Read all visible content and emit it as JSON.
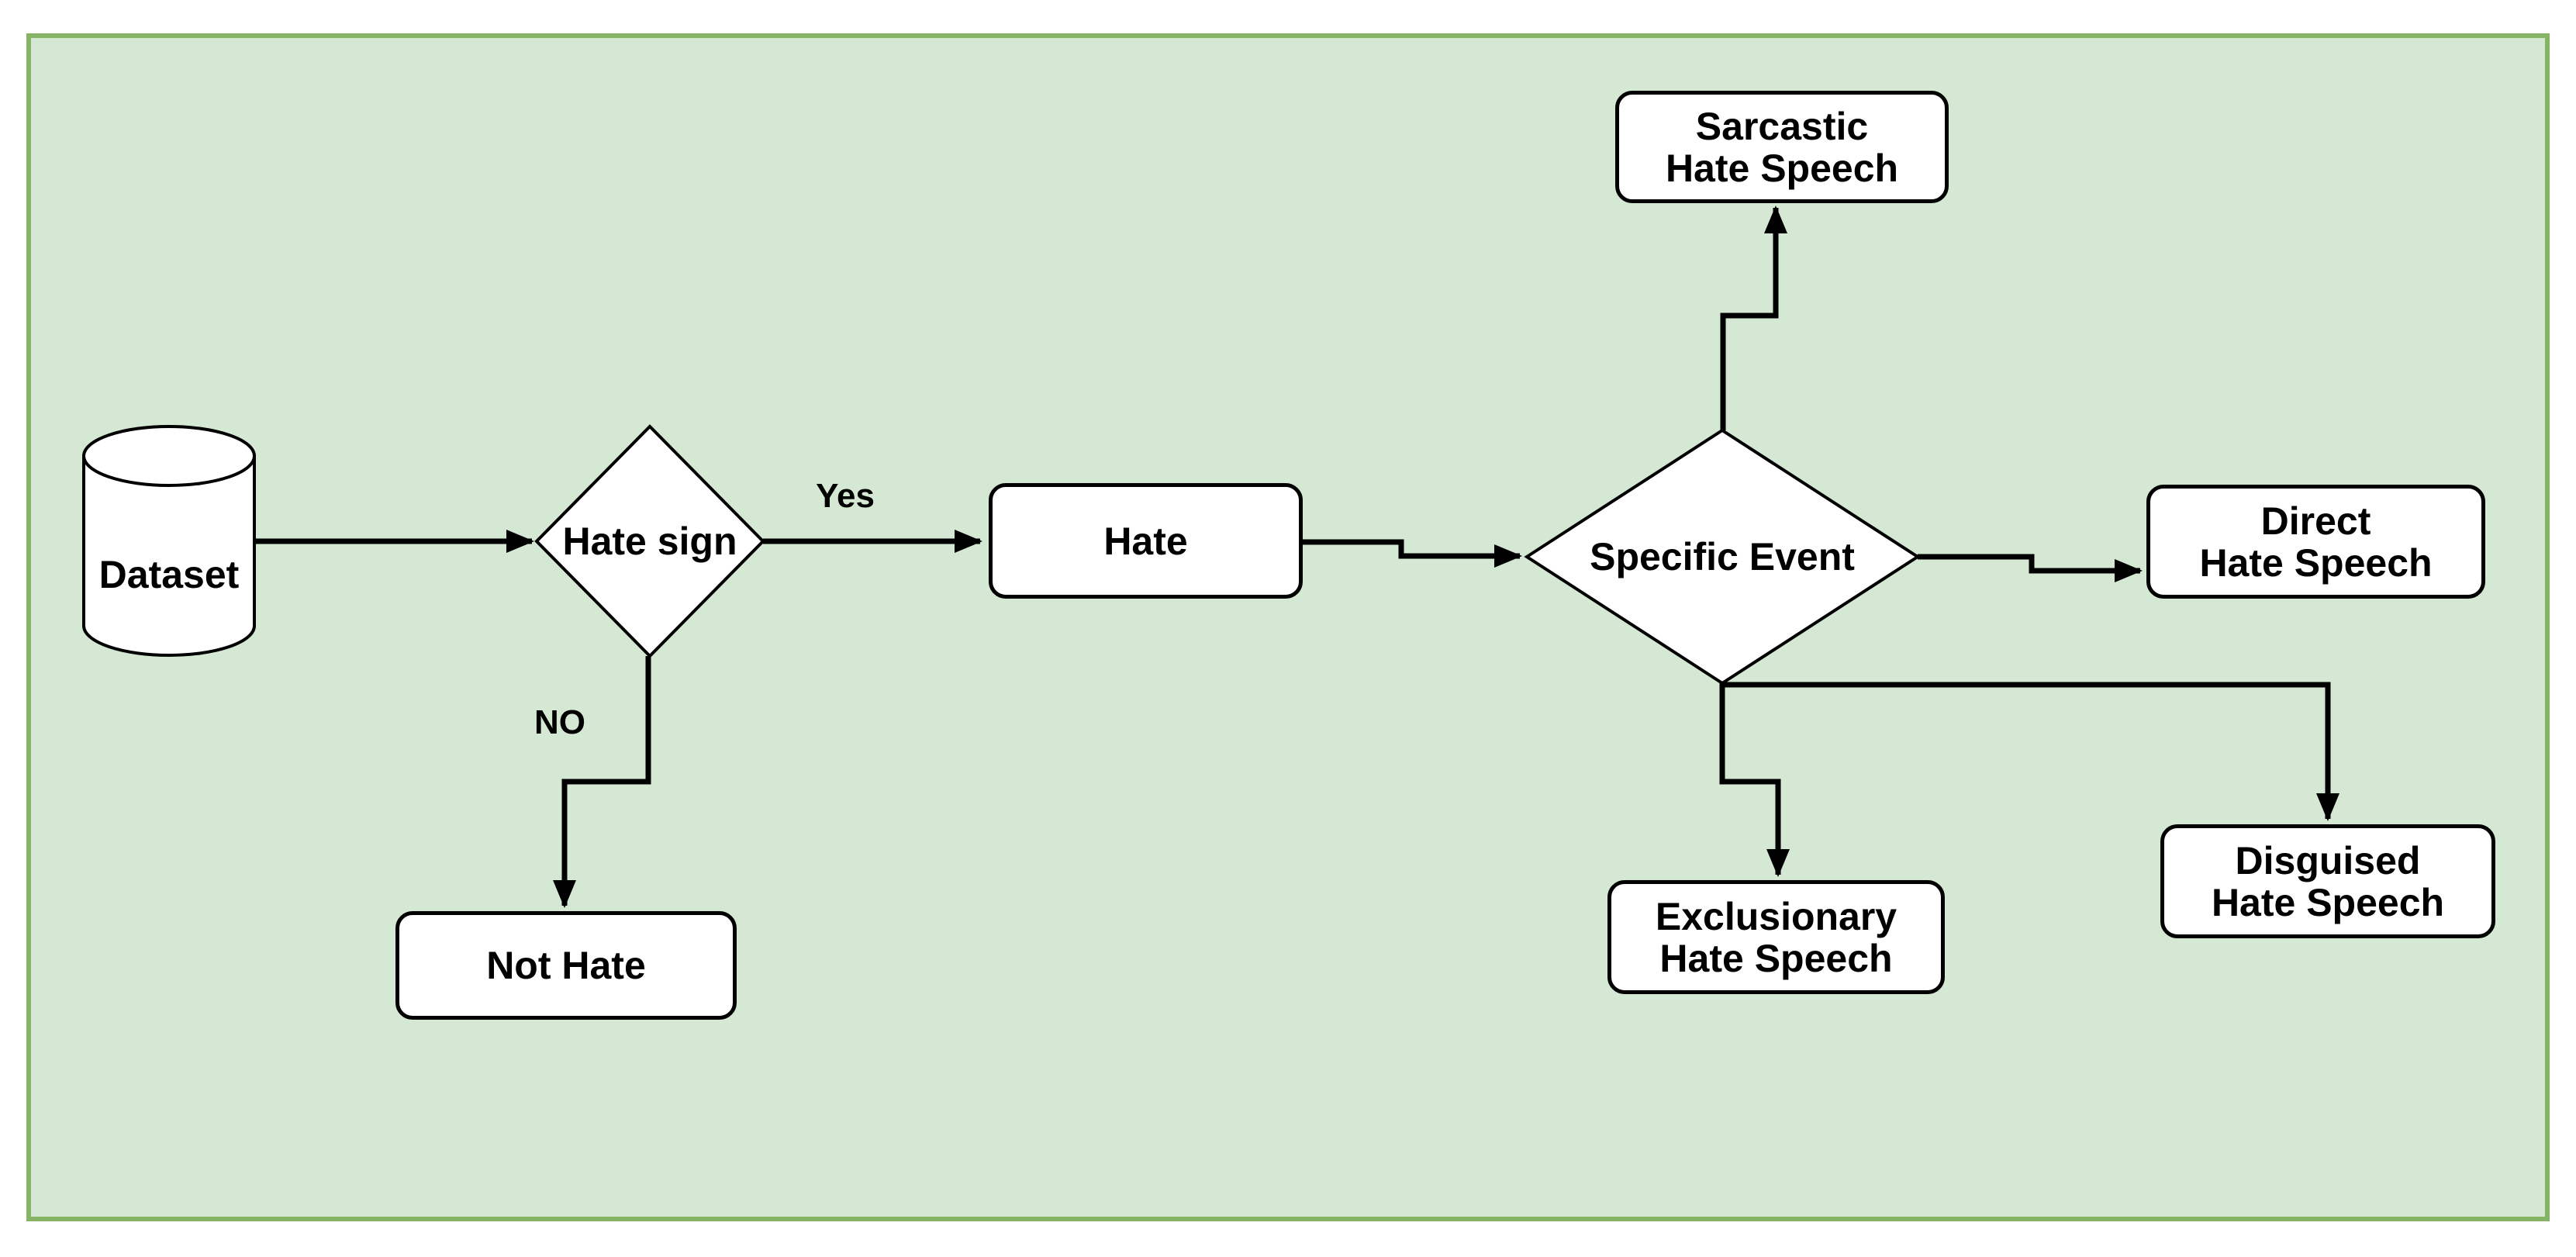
{
  "diagram": {
    "type": "flowchart",
    "nodes": {
      "dataset": {
        "label": "Dataset",
        "shape": "cylinder"
      },
      "hate_sign": {
        "label": "Hate sign",
        "shape": "diamond"
      },
      "hate": {
        "label": "Hate",
        "shape": "rounded-rect"
      },
      "not_hate": {
        "label": "Not Hate",
        "shape": "rounded-rect"
      },
      "specific_event": {
        "label": "Specific Event",
        "shape": "diamond"
      },
      "sarcastic": {
        "label": "Sarcastic\nHate Speech",
        "shape": "rounded-rect"
      },
      "direct": {
        "label": "Direct\nHate Speech",
        "shape": "rounded-rect"
      },
      "exclusionary": {
        "label": "Exclusionary\nHate Speech",
        "shape": "rounded-rect"
      },
      "disguised": {
        "label": "Disguised\nHate Speech",
        "shape": "rounded-rect"
      }
    },
    "edge_labels": {
      "yes": "Yes",
      "no": "NO"
    },
    "edges": [
      {
        "from": "dataset",
        "to": "hate_sign",
        "label": ""
      },
      {
        "from": "hate_sign",
        "to": "hate",
        "label": "Yes"
      },
      {
        "from": "hate_sign",
        "to": "not_hate",
        "label": "NO"
      },
      {
        "from": "hate",
        "to": "specific_event",
        "label": ""
      },
      {
        "from": "specific_event",
        "to": "sarcastic",
        "label": ""
      },
      {
        "from": "specific_event",
        "to": "direct",
        "label": ""
      },
      {
        "from": "specific_event",
        "to": "exclusionary",
        "label": ""
      },
      {
        "from": "specific_event",
        "to": "disguised",
        "label": ""
      }
    ],
    "colors": {
      "canvas_bg": "#d5e8d4",
      "canvas_border": "#86b364",
      "node_fill": "#ffffff",
      "node_stroke": "#000000",
      "connector": "#000000",
      "text_color": "#000000"
    }
  }
}
